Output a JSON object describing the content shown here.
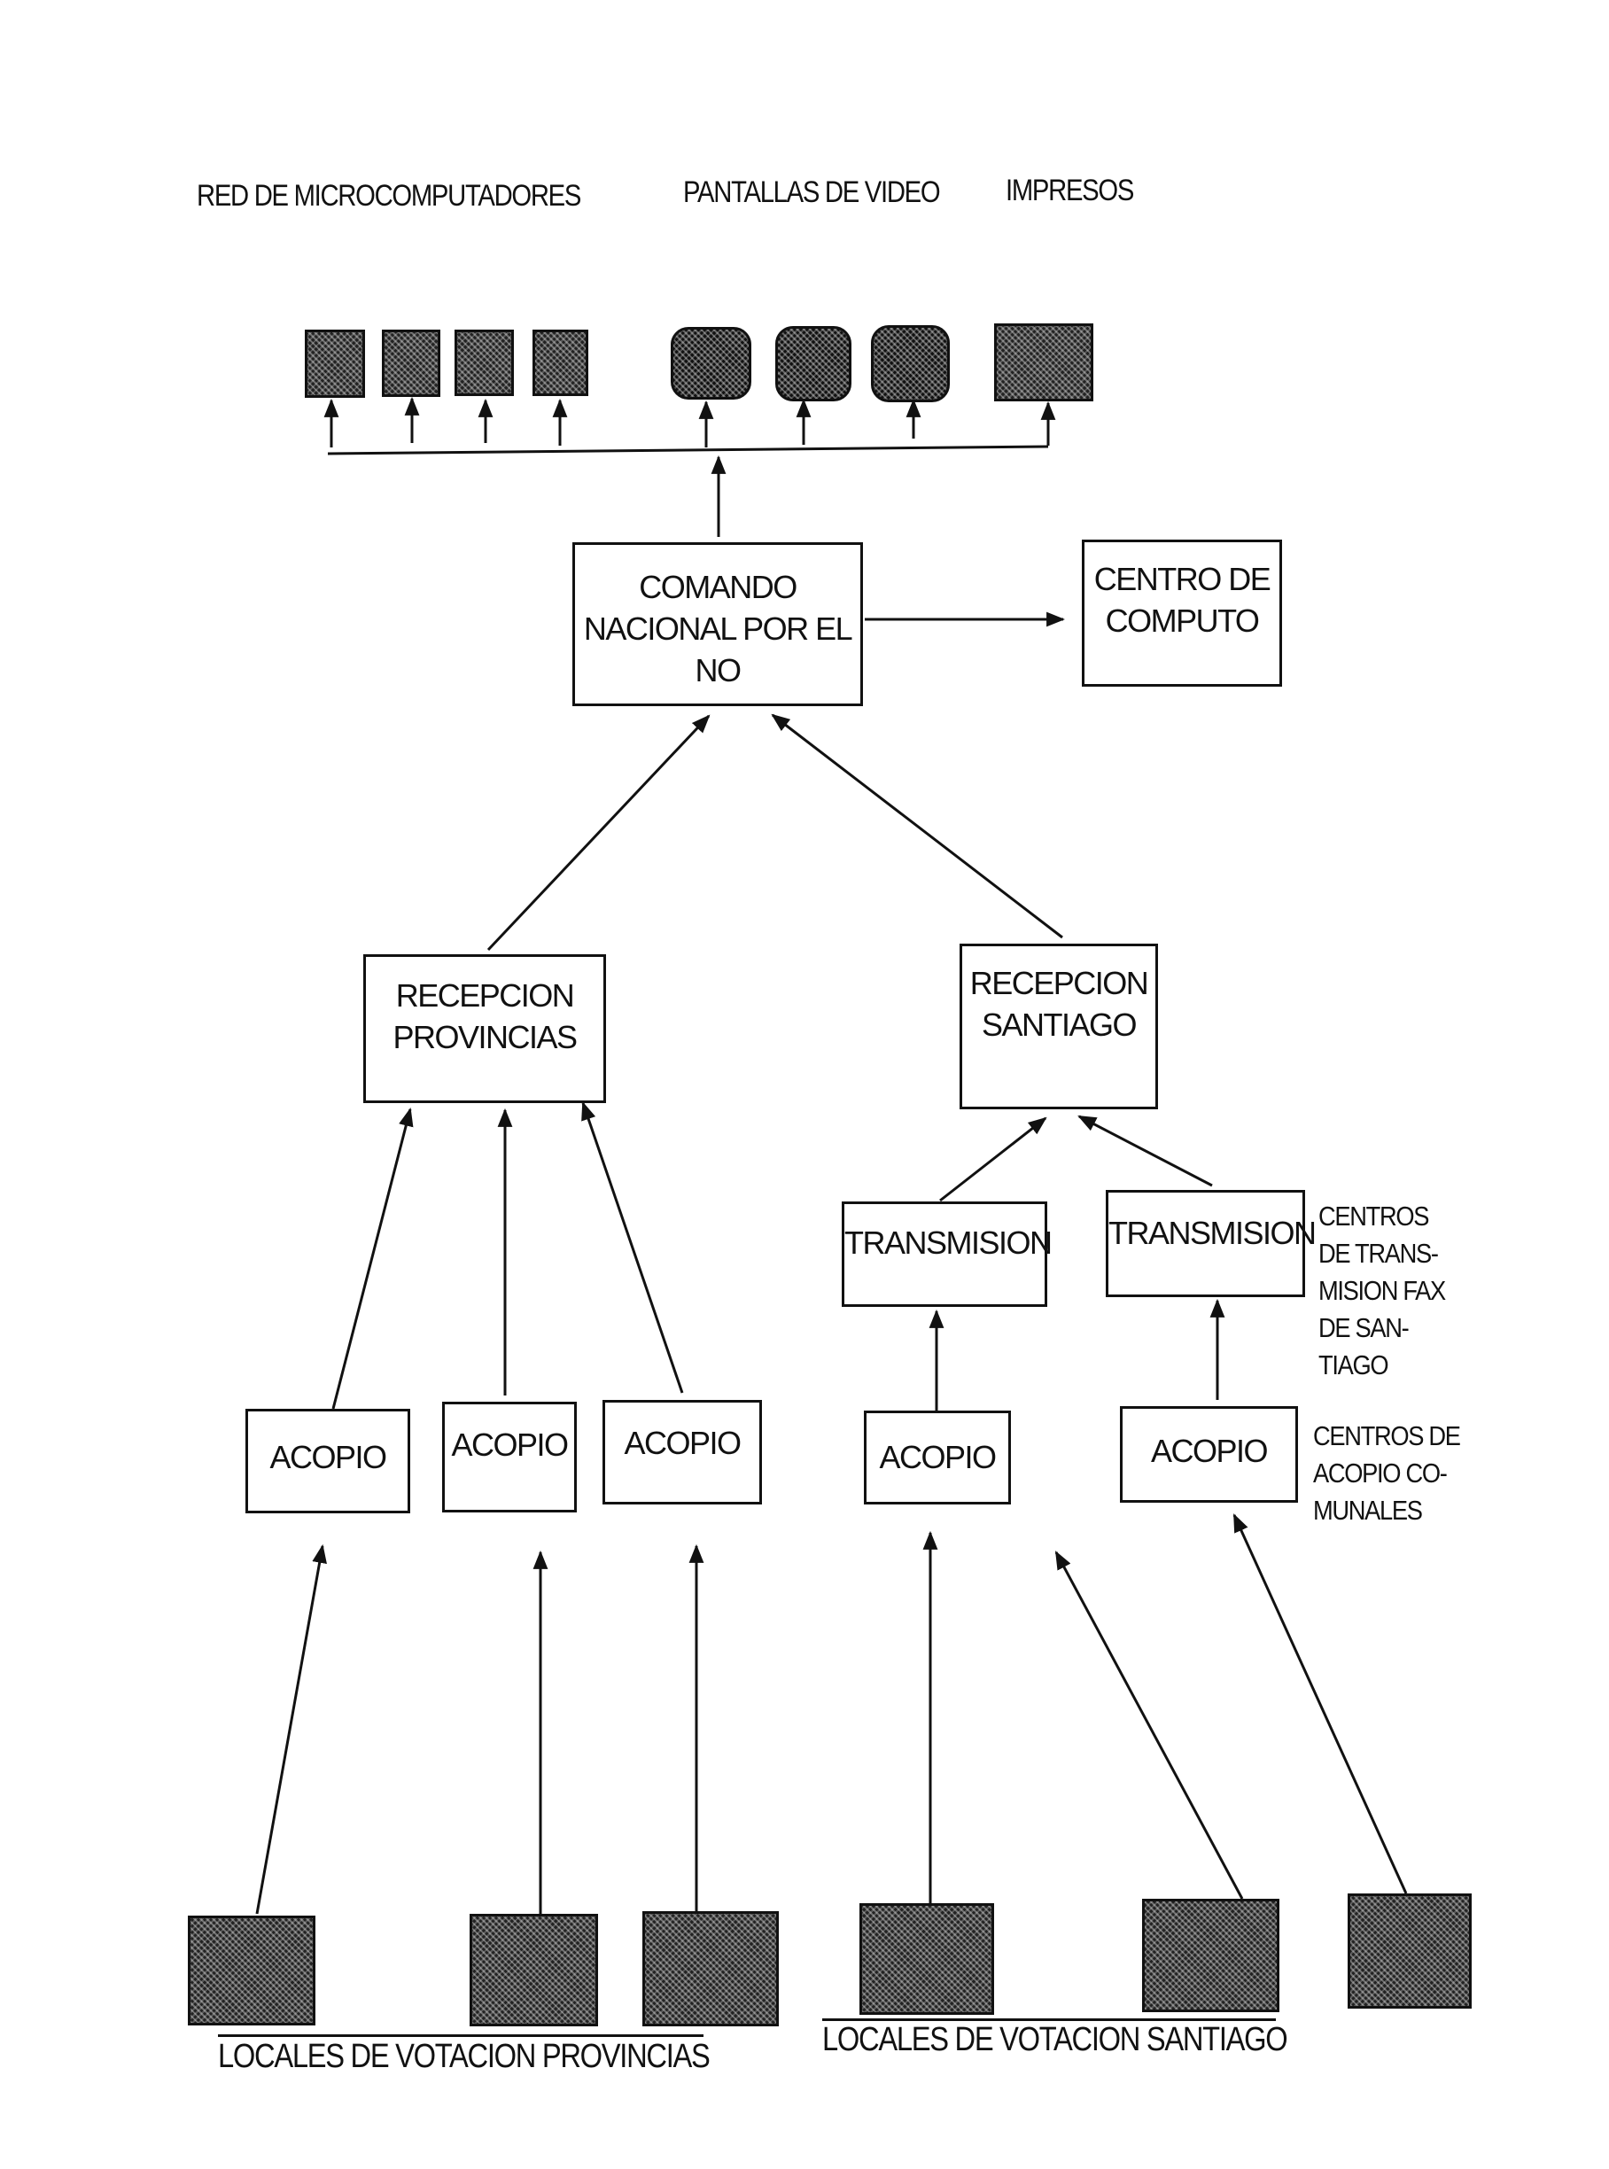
{
  "header": {
    "microcomputers": "RED DE MICROCOMPUTADORES",
    "video_screens": "PANTALLAS DE VIDEO",
    "printouts": "IMPRESOS"
  },
  "outputs": {
    "microcomputers": [
      {
        "icon": "microcomputer-icon"
      },
      {
        "icon": "microcomputer-icon"
      },
      {
        "icon": "microcomputer-icon"
      },
      {
        "icon": "microcomputer-icon"
      }
    ],
    "video_screens": [
      {
        "icon": "video-screen-icon"
      },
      {
        "icon": "video-screen-icon"
      },
      {
        "icon": "video-screen-icon"
      }
    ],
    "printouts": [
      {
        "icon": "printout-icon"
      }
    ]
  },
  "nodes": {
    "comando": "COMANDO\nNACIONAL POR EL\nNO",
    "centro_computo": "CENTRO DE\nCOMPUTO",
    "recepcion_provincias": "RECEPCION\nPROVINCIAS",
    "recepcion_santiago": "RECEPCION\nSANTIAGO",
    "transmision_1": "TRANSMISION",
    "transmision_2": "TRANSMISION",
    "acopio": [
      "ACOPIO",
      "ACOPIO",
      "ACOPIO",
      "ACOPIO",
      "ACOPIO"
    ]
  },
  "annotations": {
    "centros_transmision": "CENTROS\nDE TRANS-\nMISION FAX\nDE SAN-\nTIAGO",
    "centros_acopio": "CENTROS DE\nACOPIO CO-\nMUNALES"
  },
  "footer": {
    "locales_provincias": "LOCALES DE VOTACION PROVINCIAS",
    "locales_santiago": "LOCALES DE VOTACION SANTIAGO"
  },
  "polling_places": {
    "provincias_count": 3,
    "santiago_count": 3
  }
}
